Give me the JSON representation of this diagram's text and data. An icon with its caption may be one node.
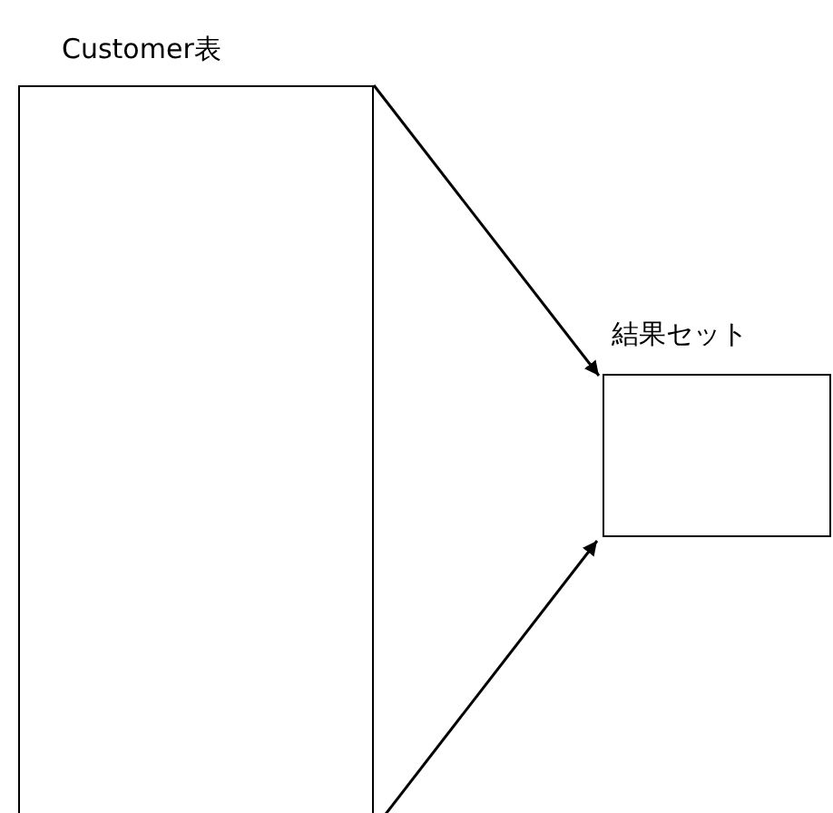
{
  "diagram": {
    "nodes": [
      {
        "text": [
          "Customer表"
        ]
      },
      {
        "text": [
          "結果セット"
        ]
      }
    ],
    "edges": [
      {
        "from": 0,
        "to": 1,
        "arrow": "to"
      },
      {
        "from": 0,
        "to": 1,
        "arrow": "to"
      }
    ]
  }
}
